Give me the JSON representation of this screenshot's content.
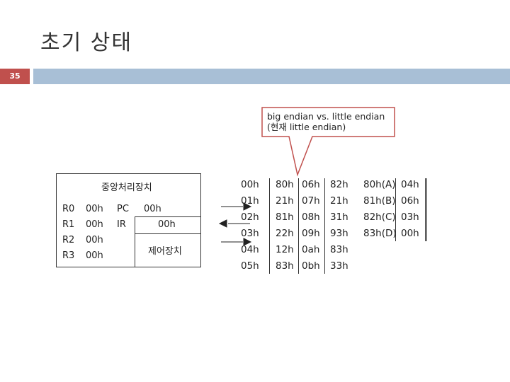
{
  "slide": {
    "title": "초기 상태",
    "page_number": "35",
    "callout": {
      "line1": "big endian vs. little endian",
      "line2": "(현재 little endian)"
    }
  },
  "cpu": {
    "label": "중앙처리장치",
    "registers": [
      {
        "name": "R0",
        "value": "00h"
      },
      {
        "name": "R1",
        "value": "00h"
      },
      {
        "name": "R2",
        "value": "00h"
      },
      {
        "name": "R3",
        "value": "00h"
      }
    ],
    "pc": {
      "name": "PC",
      "value": "00h"
    },
    "ir": {
      "name": "IR",
      "value": "00h"
    },
    "control_unit": "제어장치"
  },
  "memory": {
    "col1": [
      {
        "addr": "00h",
        "value": "80h"
      },
      {
        "addr": "01h",
        "value": "21h"
      },
      {
        "addr": "02h",
        "value": "81h"
      },
      {
        "addr": "03h",
        "value": "22h"
      },
      {
        "addr": "04h",
        "value": "12h"
      },
      {
        "addr": "05h",
        "value": "83h"
      }
    ],
    "col2": [
      {
        "addr": "06h",
        "value": "82h"
      },
      {
        "addr": "07h",
        "value": "21h"
      },
      {
        "addr": "08h",
        "value": "31h"
      },
      {
        "addr": "09h",
        "value": "93h"
      },
      {
        "addr": "0ah",
        "value": "83h"
      },
      {
        "addr": "0bh",
        "value": "33h"
      }
    ],
    "col3": [
      {
        "addr": "80h(A)",
        "value": "04h"
      },
      {
        "addr": "81h(B)",
        "value": "06h"
      },
      {
        "addr": "82h(C)",
        "value": "03h"
      },
      {
        "addr": "83h(D)",
        "value": "00h"
      }
    ]
  },
  "colors": {
    "accent_red": "#c0504d",
    "bar_blue": "#a8bfd6",
    "callout_border": "#c0504d"
  }
}
